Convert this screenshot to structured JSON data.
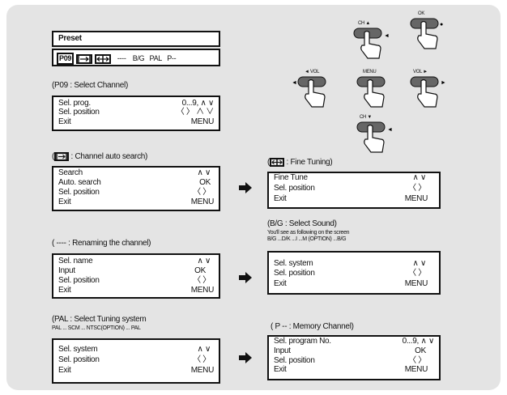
{
  "preset": {
    "title": "Preset",
    "strip": {
      "p09": "P09",
      "mode1": "",
      "mode2": "",
      "dashes": "----",
      "bg": "B/G",
      "pal": "PAL",
      "p": "P--"
    }
  },
  "select_channel": {
    "heading": "(P09 : Select Channel)",
    "rows": [
      {
        "label": "Sel. prog.",
        "value": "0...9, ∧ ∨"
      },
      {
        "label": "Sel. position",
        "value": "〈 〉 ∧ ∨"
      },
      {
        "label": "Exit",
        "value": "MENU"
      }
    ]
  },
  "auto_search": {
    "heading_suffix": " : Channel auto search)",
    "rows": [
      {
        "label": "Search",
        "value": "∧ ∨"
      },
      {
        "label": "Auto. search",
        "value": "OK"
      },
      {
        "label": "Sel. position",
        "value": "〈 〉"
      },
      {
        "label": "Exit",
        "value": "MENU"
      }
    ]
  },
  "renaming": {
    "heading": "( ---- : Renaming the channel)",
    "rows": [
      {
        "label": "Sel. name",
        "value": "∧ ∨"
      },
      {
        "label": "Input",
        "value": "OK"
      },
      {
        "label": "Sel. position",
        "value": "〈 〉"
      },
      {
        "label": "Exit",
        "value": "MENU"
      }
    ]
  },
  "tuning_system": {
    "heading": "(PAL : Select Tuning system",
    "sub": "PAL ... SCM ... NTSC(OPTION) ... PAL",
    "rows": [
      {
        "label": "Sel. system",
        "value": "∧ ∨"
      },
      {
        "label": "Sel. position",
        "value": "〈 〉"
      },
      {
        "label": "Exit",
        "value": "MENU"
      }
    ]
  },
  "fine_tuning": {
    "heading_suffix": " : Fine Tuning)",
    "rows": [
      {
        "label": "Fine Tune",
        "value": "∧ ∨"
      },
      {
        "label": "Sel. position",
        "value": "〈 〉"
      },
      {
        "label": "Exit",
        "value": "MENU"
      }
    ]
  },
  "select_sound": {
    "heading": "(B/G : Select Sound)",
    "sub1": "You'll see as following on the screen",
    "sub2": "B/G ...D/K ...I ...M (OPTION) ...B/G",
    "rows": [
      {
        "label": "Sel. system",
        "value": "∧ ∨"
      },
      {
        "label": "Sel. position",
        "value": "〈 〉"
      },
      {
        "label": "Exit",
        "value": "MENU"
      }
    ]
  },
  "memory_channel": {
    "heading": "( P -- : Memory Channel)",
    "rows": [
      {
        "label": "Sel. program No.",
        "value": "0...9, ∧ ∨"
      },
      {
        "label": "Input",
        "value": "OK"
      },
      {
        "label": "Sel. position",
        "value": "〈 〉"
      },
      {
        "label": "Exit",
        "value": "MENU"
      }
    ]
  },
  "remote": {
    "ch_up": "CH ▲",
    "ok": "OK",
    "vol_down": "◄ VOL",
    "menu": "MENU",
    "vol_up": "VOL ►",
    "ch_down": "CH ▼"
  }
}
